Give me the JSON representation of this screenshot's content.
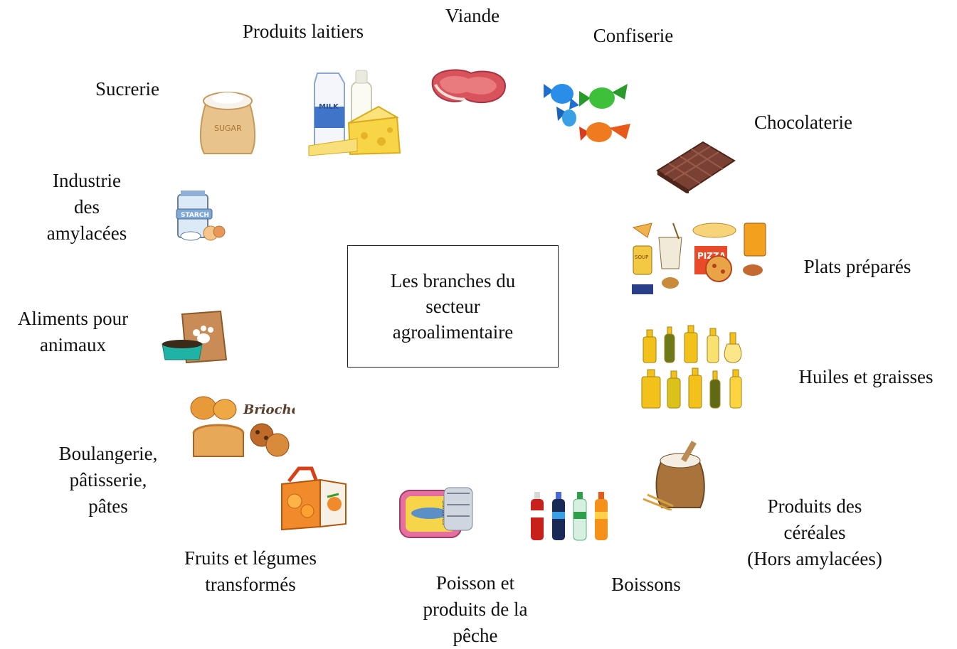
{
  "center": {
    "lines": [
      "Les branches du",
      "secteur",
      "agroalimentaire"
    ]
  },
  "branches": {
    "viande": {
      "lines": [
        "Viande"
      ],
      "icon": "meat-steak-icon"
    },
    "produits_laitiers": {
      "lines": [
        "Produits laitiers"
      ],
      "icon": "milk-cheese-icon"
    },
    "confiserie": {
      "lines": [
        "Confiserie"
      ],
      "icon": "candies-icon"
    },
    "sucrerie": {
      "lines": [
        "Sucrerie"
      ],
      "icon": "sugar-sack-icon",
      "sack_text": "SUGAR"
    },
    "chocolaterie": {
      "lines": [
        "Chocolaterie"
      ],
      "icon": "chocolate-bar-icon"
    },
    "amylacees": {
      "lines": [
        "Industrie",
        "des",
        "amylacées"
      ],
      "icon": "starch-package-icon",
      "pack_text": "STARCH"
    },
    "plats_prepares": {
      "lines": [
        "Plats préparés"
      ],
      "icon": "prepared-dishes-icon",
      "pack_texts": [
        "SOUP",
        "PIZZA"
      ]
    },
    "animaux": {
      "lines": [
        "Aliments pour",
        "animaux"
      ],
      "icon": "pet-food-icon"
    },
    "huiles": {
      "lines": [
        "Huiles et graisses"
      ],
      "icon": "oil-bottles-icon"
    },
    "boulangerie": {
      "lines": [
        "Boulangerie,",
        "pâtisserie,",
        "pâtes"
      ],
      "icon": "bakery-icon",
      "script_text": "Brioche"
    },
    "cereales": {
      "lines": [
        "Produits des",
        "céréales",
        "(Hors amylacées)"
      ],
      "icon": "flour-sack-icon"
    },
    "fruits_legumes": {
      "lines": [
        "Fruits et légumes",
        "transformés"
      ],
      "icon": "fruit-box-icon"
    },
    "poisson": {
      "lines": [
        "Poisson et",
        "produits de la",
        "pêche"
      ],
      "icon": "sardine-can-icon",
      "can_text": "Sardines"
    },
    "boissons": {
      "lines": [
        "Boissons"
      ],
      "icon": "drink-bottles-icon"
    }
  },
  "colors": {
    "meat": "#d9535d",
    "sugar_sack": "#e8c48c",
    "chocolate": "#7a4033",
    "oil": "#f2c21b",
    "can": "#e76fa0",
    "box": "#f08a2a",
    "pet_bowl": "#1fb3a6"
  }
}
